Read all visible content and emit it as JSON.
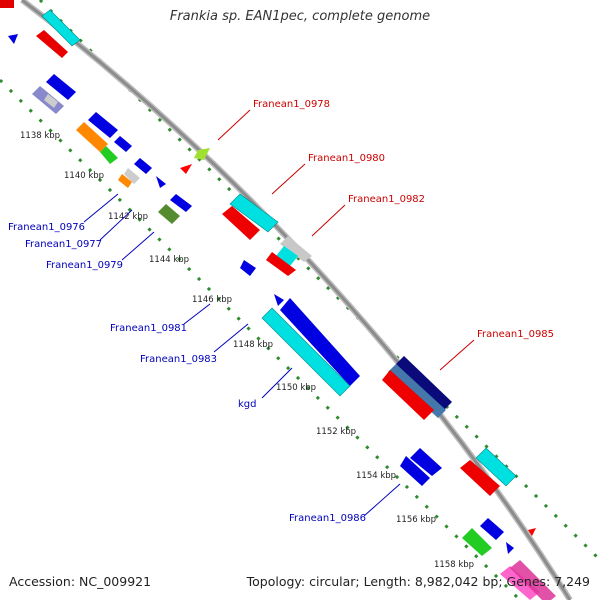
{
  "title": "Frankia sp. EAN1pec, complete genome",
  "accession": "Accession: NC_009921",
  "summary": "Topology: circular; Length: 8,982,042 bp; Genes: 7,249",
  "colors": {
    "backbone": "#8c8c8c",
    "label_top_strand": "#cc0000",
    "label_bottom_strand": "#0000bb",
    "tick": "#2e8b2e"
  },
  "ticks": [
    {
      "label": "1138 kbp"
    },
    {
      "label": "1140 kbp"
    },
    {
      "label": "1142 kbp"
    },
    {
      "label": "1144 kbp"
    },
    {
      "label": "1146 kbp"
    },
    {
      "label": "1148 kbp"
    },
    {
      "label": "1150 kbp"
    },
    {
      "label": "1152 kbp"
    },
    {
      "label": "1154 kbp"
    },
    {
      "label": "1156 kbp"
    },
    {
      "label": "1158 kbp"
    }
  ],
  "gene_labels": {
    "top": [
      "Franean1_0978",
      "Franean1_0980",
      "Franean1_0982",
      "Franean1_0985"
    ],
    "bottom": [
      "Franean1_0976",
      "Franean1_0977",
      "Franean1_0979",
      "Franean1_0981",
      "Franean1_0983",
      "kgd",
      "Franean1_0986"
    ]
  }
}
